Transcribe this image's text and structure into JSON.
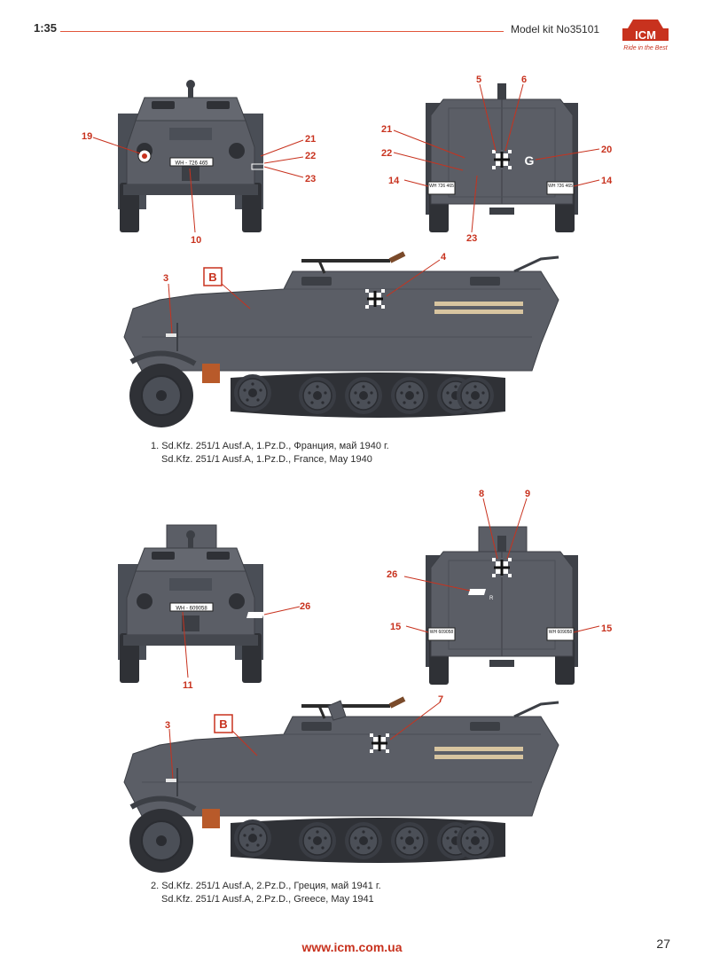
{
  "header": {
    "scale": "1:35",
    "kit": "Model kit No35101",
    "brand": "ICM",
    "tagline": "Ride in the Best"
  },
  "callouts": {
    "c1": "19",
    "c2": "21",
    "c3": "22",
    "c4": "23",
    "c5": "10",
    "c6": "5",
    "c7": "6",
    "c8": "21",
    "c9": "22",
    "c10": "20",
    "c11": "14",
    "c12": "14",
    "c13": "23",
    "c14": "3",
    "c15": "B",
    "c16": "4",
    "c17": "26",
    "c18": "11",
    "c19": "8",
    "c20": "9",
    "c21": "26",
    "c22": "15",
    "c23": "15",
    "c24": "3",
    "c25": "B",
    "c26": "7"
  },
  "plates": {
    "p1_front": "WH - 726 465",
    "p1_rear_l": "WH 726 465",
    "p1_rear_r": "WH 726 465",
    "p2_front": "WH - 609058",
    "p2_rear_l": "WH 609058",
    "p2_rear_r": "WH 609058"
  },
  "markings": {
    "g_letter": "G",
    "r_letter": "R"
  },
  "captions": {
    "v1_ru": "1. Sd.Kfz. 251/1 Ausf.A, 1.Pz.D., Франция, май 1940 г.",
    "v1_en": "Sd.Kfz. 251/1 Ausf.A, 1.Pz.D., France, May 1940",
    "v2_ru": "2. Sd.Kfz. 251/1 Ausf.A, 2.Pz.D., Греция, май 1941 г.",
    "v2_en": "Sd.Kfz. 251/1 Ausf.A, 2.Pz.D., Greece, May 1941"
  },
  "footer": {
    "url": "www.icm.com.ua",
    "page": "27"
  }
}
